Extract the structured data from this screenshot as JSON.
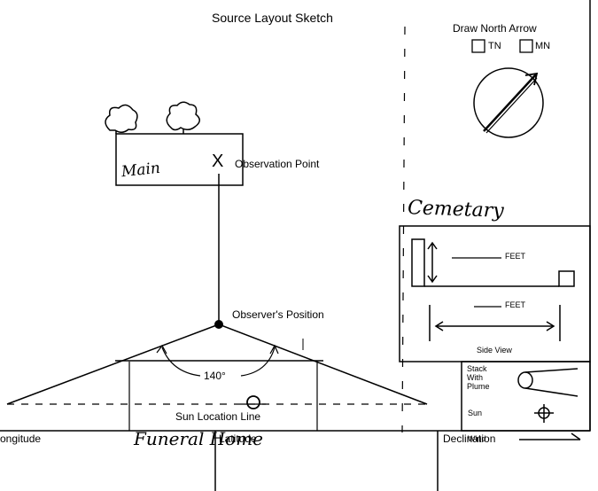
{
  "title": "Source Layout Sketch",
  "north_arrow": {
    "heading": "Draw North Arrow",
    "tn_label": "TN",
    "mn_label": "MN"
  },
  "sketch": {
    "building_label": "Main",
    "observation_marker": "X",
    "observation_label": "Observation Point",
    "observer_label": "Observer's Position",
    "angle_label": "140°",
    "sun_line_label": "Sun Location Line",
    "funeral_home_label": "Funeral Home",
    "cemetery_label": "Cemetary"
  },
  "side_view": {
    "feet_label_top": "FEET",
    "feet_label_bottom": "FEET",
    "caption": "Side View"
  },
  "legend": {
    "stack_label": "Stack With Plume",
    "sun_label": "Sun",
    "wind_label": "Wind"
  },
  "footer": {
    "longitude_label": "ongitude",
    "latitude_label": "Latitude",
    "declination_label": "Declination"
  }
}
